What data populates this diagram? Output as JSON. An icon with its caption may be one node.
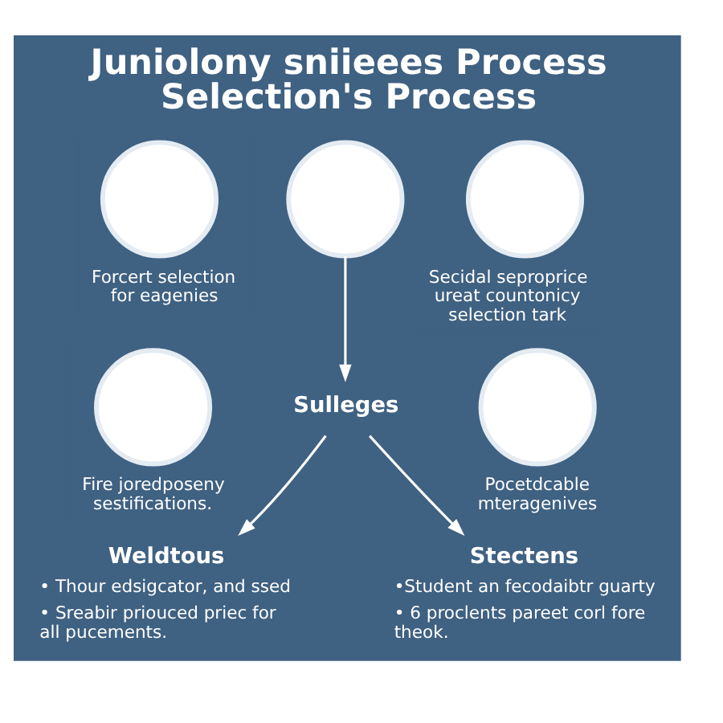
{
  "diagram": {
    "title": "Juniolony sniieees Process Selection's Process",
    "nodes": [
      {
        "text": [],
        "shape": "circle",
        "beside": [
          "Forcert selection for eagenies"
        ]
      },
      {
        "text": [],
        "shape": "circle"
      },
      {
        "text": [],
        "shape": "circle",
        "beside": [
          "Secidal seproprice ureat countonicy selection tark"
        ]
      },
      {
        "text": [
          "Sulleges"
        ]
      },
      {
        "text": [],
        "shape": "circle",
        "beside": [
          "Fire joredposeny sestifications."
        ]
      },
      {
        "text": [],
        "shape": "circle",
        "beside": [
          "Pocetdcable mteragenives"
        ]
      },
      {
        "text": [
          "Weldtous",
          "• Thour edsigcator, and ssed",
          "• Sreabir priouced priec for all pucements."
        ]
      },
      {
        "text": [
          "Stectens",
          "•Student an fecodaibtr guarty",
          "• 6 proclents pareet corl fore theok."
        ]
      }
    ],
    "edges": [
      {
        "from": 1,
        "to": 3,
        "arrow": "to"
      },
      {
        "from": 3,
        "to": 6,
        "arrow": "to"
      },
      {
        "from": 3,
        "to": 7,
        "arrow": "to"
      }
    ]
  }
}
